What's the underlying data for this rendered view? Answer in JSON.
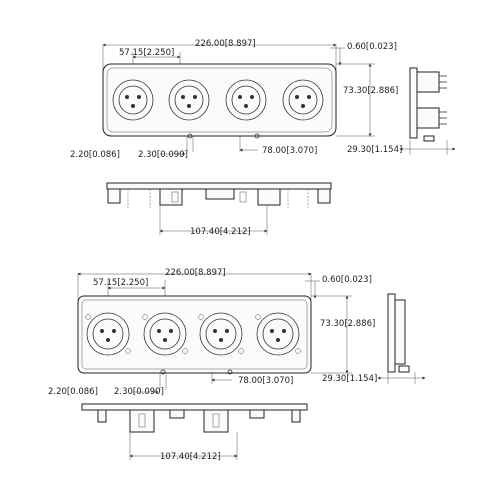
{
  "views": [
    {
      "id": "black-variant",
      "dims": {
        "overall_width": "226.00[8.897]",
        "pitch": "57.15[2.250]",
        "thickness": "0.60[0.023]",
        "height": "73.30[2.886]",
        "depth": "29.30[1.154]",
        "hole_dia": "2.20[0.086]",
        "hole_dia2": "2.30[0.090]",
        "hole_span": "78.00[3.070]",
        "bracket_span": "107.40[4.212]"
      }
    },
    {
      "id": "silver-variant",
      "dims": {
        "overall_width": "226.00[8.897]",
        "pitch": "57.15[2.250]",
        "thickness": "0.60[0.023]",
        "height": "73.30[2.886]",
        "depth": "29.30[1.154]",
        "hole_dia": "2.20[0.086]",
        "hole_dia2": "2.30[0.090]",
        "hole_span": "78.00[3.070]",
        "bracket_span": "107.40[4.212]"
      }
    }
  ]
}
